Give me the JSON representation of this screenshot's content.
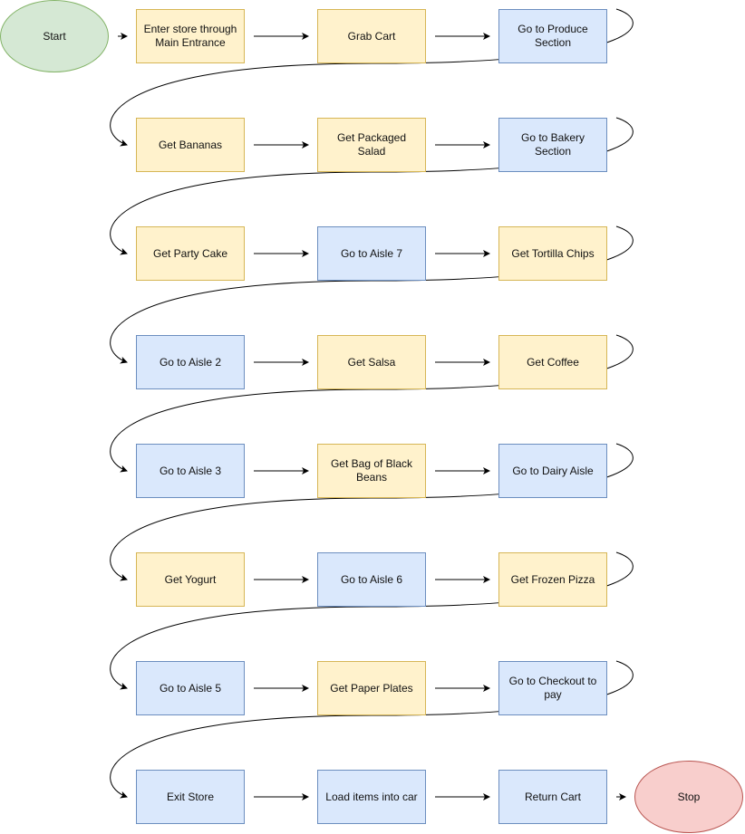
{
  "colors": {
    "start_fill": "#d5e8d4",
    "start_stroke": "#82b366",
    "stop_fill": "#f8cecc",
    "stop_stroke": "#b85450",
    "yellow_fill": "#fff2cc",
    "yellow_stroke": "#d6b656",
    "blue_fill": "#dae8fc",
    "blue_stroke": "#6c8ebf",
    "edge": "#000000"
  },
  "nodes": [
    {
      "id": "start",
      "label": "Start",
      "shape": "ellipse",
      "color": "start"
    },
    {
      "id": "enter-store",
      "label": "Enter store through\nMain Entrance",
      "shape": "process",
      "color": "yellow"
    },
    {
      "id": "grab-cart",
      "label": "Grab Cart",
      "shape": "process",
      "color": "yellow"
    },
    {
      "id": "go-produce",
      "label": "Go to Produce\nSection",
      "shape": "process",
      "color": "blue"
    },
    {
      "id": "get-bananas",
      "label": "Get Bananas",
      "shape": "process",
      "color": "yellow"
    },
    {
      "id": "get-salad",
      "label": "Get Packaged Salad",
      "shape": "process",
      "color": "yellow"
    },
    {
      "id": "go-bakery",
      "label": "Go to Bakery Section",
      "shape": "process",
      "color": "blue"
    },
    {
      "id": "get-party-cake",
      "label": "Get Party Cake",
      "shape": "process",
      "color": "yellow"
    },
    {
      "id": "go-aisle-7",
      "label": "Go to Aisle 7",
      "shape": "process",
      "color": "blue"
    },
    {
      "id": "get-tortilla-chips",
      "label": "Get Tortilla Chips",
      "shape": "process",
      "color": "yellow"
    },
    {
      "id": "go-aisle-2",
      "label": "Go to Aisle 2",
      "shape": "process",
      "color": "blue"
    },
    {
      "id": "get-salsa",
      "label": "Get Salsa",
      "shape": "process",
      "color": "yellow"
    },
    {
      "id": "get-coffee",
      "label": "Get Coffee",
      "shape": "process",
      "color": "yellow"
    },
    {
      "id": "go-aisle-3",
      "label": "Go to Aisle 3",
      "shape": "process",
      "color": "blue"
    },
    {
      "id": "get-black-beans",
      "label": "Get Bag of Black\nBeans",
      "shape": "process",
      "color": "yellow"
    },
    {
      "id": "go-dairy",
      "label": "Go to Dairy Aisle",
      "shape": "process",
      "color": "blue"
    },
    {
      "id": "get-yogurt",
      "label": "Get Yogurt",
      "shape": "process",
      "color": "yellow"
    },
    {
      "id": "go-aisle-6",
      "label": "Go to Aisle 6",
      "shape": "process",
      "color": "blue"
    },
    {
      "id": "get-frozen-pizza",
      "label": "Get Frozen Pizza",
      "shape": "process",
      "color": "yellow"
    },
    {
      "id": "go-aisle-5",
      "label": "Go to Aisle 5",
      "shape": "process",
      "color": "blue"
    },
    {
      "id": "get-paper-plates",
      "label": "Get Paper Plates",
      "shape": "process",
      "color": "yellow"
    },
    {
      "id": "go-checkout",
      "label": "Go to Checkout to\npay",
      "shape": "process",
      "color": "blue"
    },
    {
      "id": "exit-store",
      "label": "Exit Store",
      "shape": "process",
      "color": "blue"
    },
    {
      "id": "load-car",
      "label": "Load items into car",
      "shape": "process",
      "color": "blue"
    },
    {
      "id": "return-cart",
      "label": "Return Cart",
      "shape": "process",
      "color": "blue"
    },
    {
      "id": "stop",
      "label": "Stop",
      "shape": "ellipse",
      "color": "stop"
    }
  ]
}
